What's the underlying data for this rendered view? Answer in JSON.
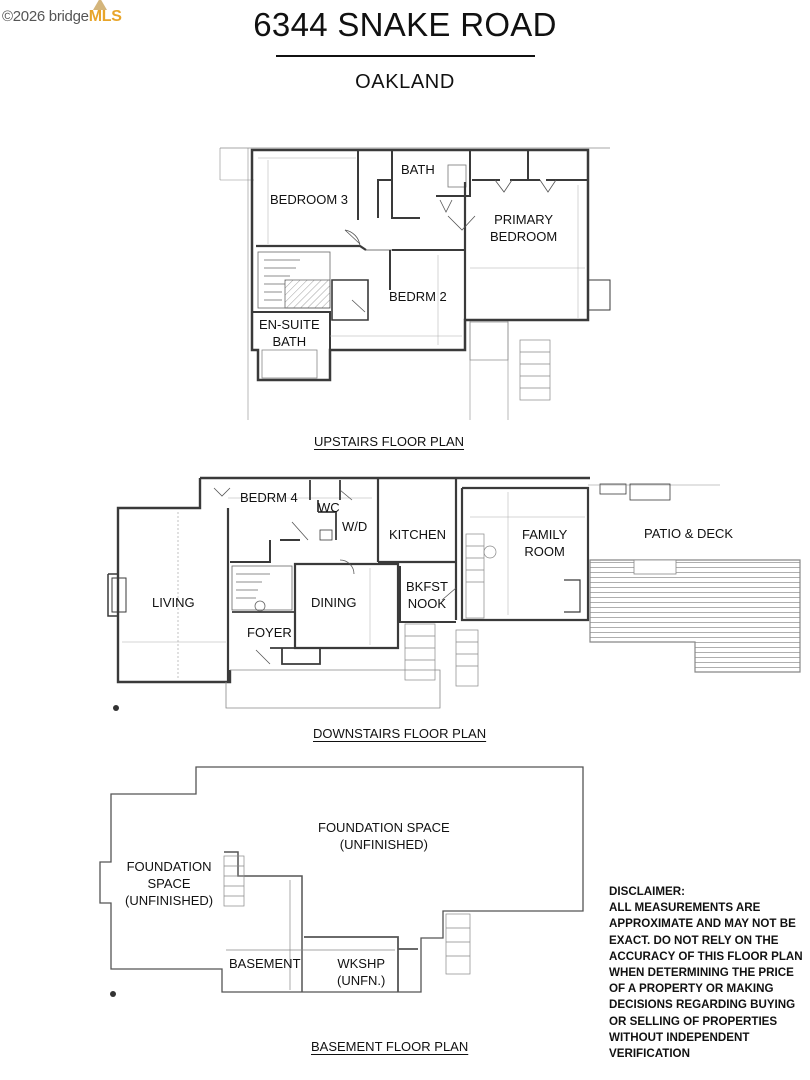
{
  "watermark": {
    "copyright": "©2026 bridge",
    "brand": "MLS"
  },
  "header": {
    "title": "6344 SNAKE ROAD",
    "city": "OAKLAND"
  },
  "floors": {
    "upstairs": {
      "caption": "UPSTAIRS FLOOR PLAN",
      "rooms": [
        {
          "id": "bedroom-3",
          "label": "BEDROOM 3"
        },
        {
          "id": "bath",
          "label": "BATH"
        },
        {
          "id": "primary-bedroom",
          "label_lines": [
            "PRIMARY",
            "BEDROOM"
          ]
        },
        {
          "id": "bedrm-2",
          "label": "BEDRM 2"
        },
        {
          "id": "en-suite-bath",
          "label_lines": [
            "EN-SUITE",
            "BATH"
          ]
        }
      ]
    },
    "downstairs": {
      "caption": "DOWNSTAIRS FLOOR PLAN",
      "rooms": [
        {
          "id": "bedrm-4",
          "label": "BEDRM 4"
        },
        {
          "id": "wc",
          "label": "WC"
        },
        {
          "id": "wd",
          "label": "W/D"
        },
        {
          "id": "kitchen",
          "label": "KITCHEN"
        },
        {
          "id": "family-room",
          "label_lines": [
            "FAMILY",
            "ROOM"
          ]
        },
        {
          "id": "patio-deck",
          "label": "PATIO & DECK"
        },
        {
          "id": "living",
          "label": "LIVING"
        },
        {
          "id": "dining",
          "label": "DINING"
        },
        {
          "id": "bkfst-nook",
          "label_lines": [
            "BKFST",
            "NOOK"
          ]
        },
        {
          "id": "foyer",
          "label": "FOYER"
        }
      ]
    },
    "basement": {
      "caption": "BASEMENT FLOOR PLAN",
      "rooms": [
        {
          "id": "foundation-space-main",
          "label_lines": [
            "FOUNDATION SPACE",
            "(UNFINISHED)"
          ]
        },
        {
          "id": "foundation-space-left",
          "label_lines": [
            "FOUNDATION",
            "SPACE",
            "(UNFINISHED)"
          ]
        },
        {
          "id": "basement",
          "label": "BASEMENT"
        },
        {
          "id": "wkshp",
          "label_lines": [
            "WKSHP",
            "(UNFN.)"
          ]
        }
      ]
    }
  },
  "disclaimer": {
    "heading": "DISCLAIMER:",
    "lines": [
      "ALL MEASUREMENTS ARE",
      "APPROXIMATE AND MAY NOT BE",
      "EXACT. DO NOT RELY ON THE",
      "ACCURACY OF THIS FLOOR PLAN",
      "WHEN DETERMINING THE PRICE",
      "OF A PROPERTY OR MAKING",
      "DECISIONS REGARDING BUYING",
      "OR SELLING OF PROPERTIES",
      "WITHOUT INDEPENDENT",
      "VERIFICATION"
    ]
  },
  "colors": {
    "ink": "#111111",
    "wall": "#3a3a3a",
    "thin": "#8a8a8a",
    "brand": "#e8a52a"
  }
}
